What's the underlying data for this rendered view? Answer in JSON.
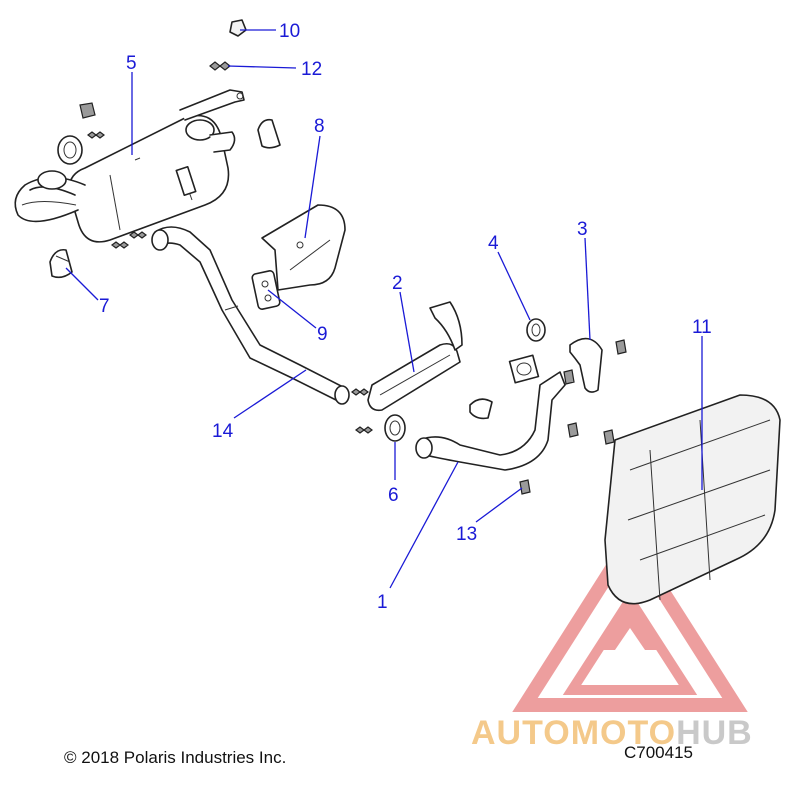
{
  "callouts": [
    {
      "id": "1",
      "label": "1"
    },
    {
      "id": "2",
      "label": "2"
    },
    {
      "id": "3",
      "label": "3"
    },
    {
      "id": "4",
      "label": "4"
    },
    {
      "id": "5",
      "label": "5"
    },
    {
      "id": "6",
      "label": "6"
    },
    {
      "id": "7",
      "label": "7"
    },
    {
      "id": "8",
      "label": "8"
    },
    {
      "id": "9",
      "label": "9"
    },
    {
      "id": "10",
      "label": "10"
    },
    {
      "id": "11",
      "label": "11"
    },
    {
      "id": "12",
      "label": "12"
    },
    {
      "id": "13",
      "label": "13"
    },
    {
      "id": "14",
      "label": "14"
    }
  ],
  "footer": {
    "copyright": "© 2018 Polaris Industries Inc.",
    "diagram_code": "C700415"
  },
  "watermark": {
    "text_part1": "AUTOMOTO",
    "text_part2": "HUB",
    "colors": {
      "triangle": "#e05050",
      "text_part1": "#f4c98a",
      "text_part2": "#c9c9c9"
    }
  },
  "colors": {
    "callout": "#1a1ad6",
    "lineart": "#222222"
  }
}
